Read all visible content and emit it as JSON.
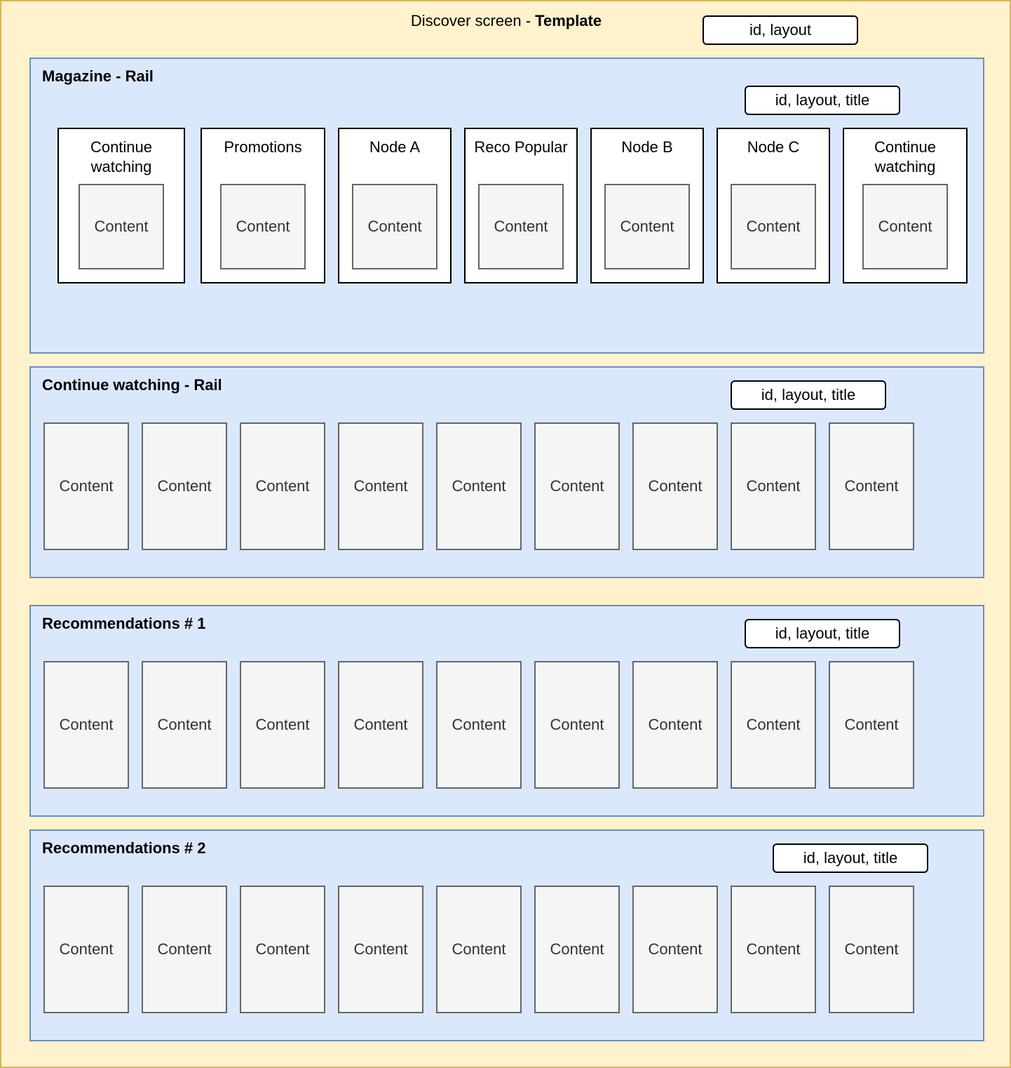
{
  "screen": {
    "title_prefix": "Discover screen - ",
    "title_strong": "Template",
    "tag": "id, layout"
  },
  "rails": [
    {
      "title": "Magazine - Rail",
      "tag": "id, layout, title",
      "nodes": [
        {
          "label": "Continue watching",
          "content": "Content"
        },
        {
          "label": "Promotions",
          "content": "Content"
        },
        {
          "label": "Node A",
          "content": "Content"
        },
        {
          "label": "Reco Popular",
          "content": "Content"
        },
        {
          "label": "Node B",
          "content": "Content"
        },
        {
          "label": "Node C",
          "content": "Content"
        },
        {
          "label": "Continue watching",
          "content": "Content"
        }
      ]
    },
    {
      "title": "Continue watching - Rail",
      "tag": "id, layout, title",
      "items": [
        "Content",
        "Content",
        "Content",
        "Content",
        "Content",
        "Content",
        "Content",
        "Content",
        "Content"
      ]
    },
    {
      "title": "Recommendations # 1",
      "tag": "id, layout, title",
      "items": [
        "Content",
        "Content",
        "Content",
        "Content",
        "Content",
        "Content",
        "Content",
        "Content",
        "Content"
      ]
    },
    {
      "title": "Recommendations # 2",
      "tag": "id, layout, title",
      "items": [
        "Content",
        "Content",
        "Content",
        "Content",
        "Content",
        "Content",
        "Content",
        "Content",
        "Content"
      ]
    }
  ]
}
